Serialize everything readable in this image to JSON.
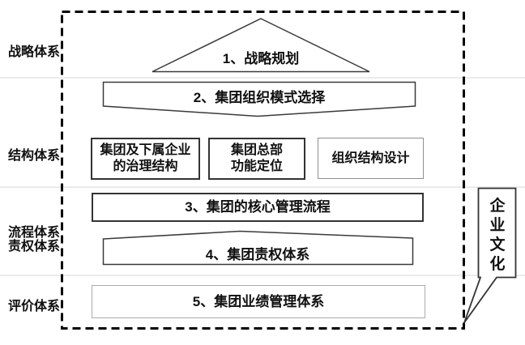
{
  "diagram": {
    "side_labels": [
      {
        "lines": [
          "战略体系"
        ]
      },
      {
        "lines": [
          "结构体系"
        ]
      },
      {
        "lines": [
          "流程体系",
          "责权体系"
        ]
      },
      {
        "lines": [
          "评价体系"
        ]
      }
    ],
    "nodes": {
      "strategic_planning": "1、战略规划",
      "org_mode_selection": "2、集团组织模式选择",
      "governance": {
        "line1": "集团及下属企业",
        "line2": "的治理结构"
      },
      "hq_function": {
        "line1": "集团总部",
        "line2": "功能定位"
      },
      "org_design": "组织结构设计",
      "core_process": "3、集团的核心管理流程",
      "responsibility": "4、集团责权体系",
      "performance": "5、集团业绩管理体系",
      "corporate_culture": "企业文化"
    },
    "colors": {
      "background": "#ffffff",
      "text": "#101010",
      "outline_dark": "#333333",
      "outline_mid": "#8f8f8f",
      "outline_light": "#ababab",
      "dashed_border": "#000000",
      "row_separator": "#ebebeb"
    }
  }
}
